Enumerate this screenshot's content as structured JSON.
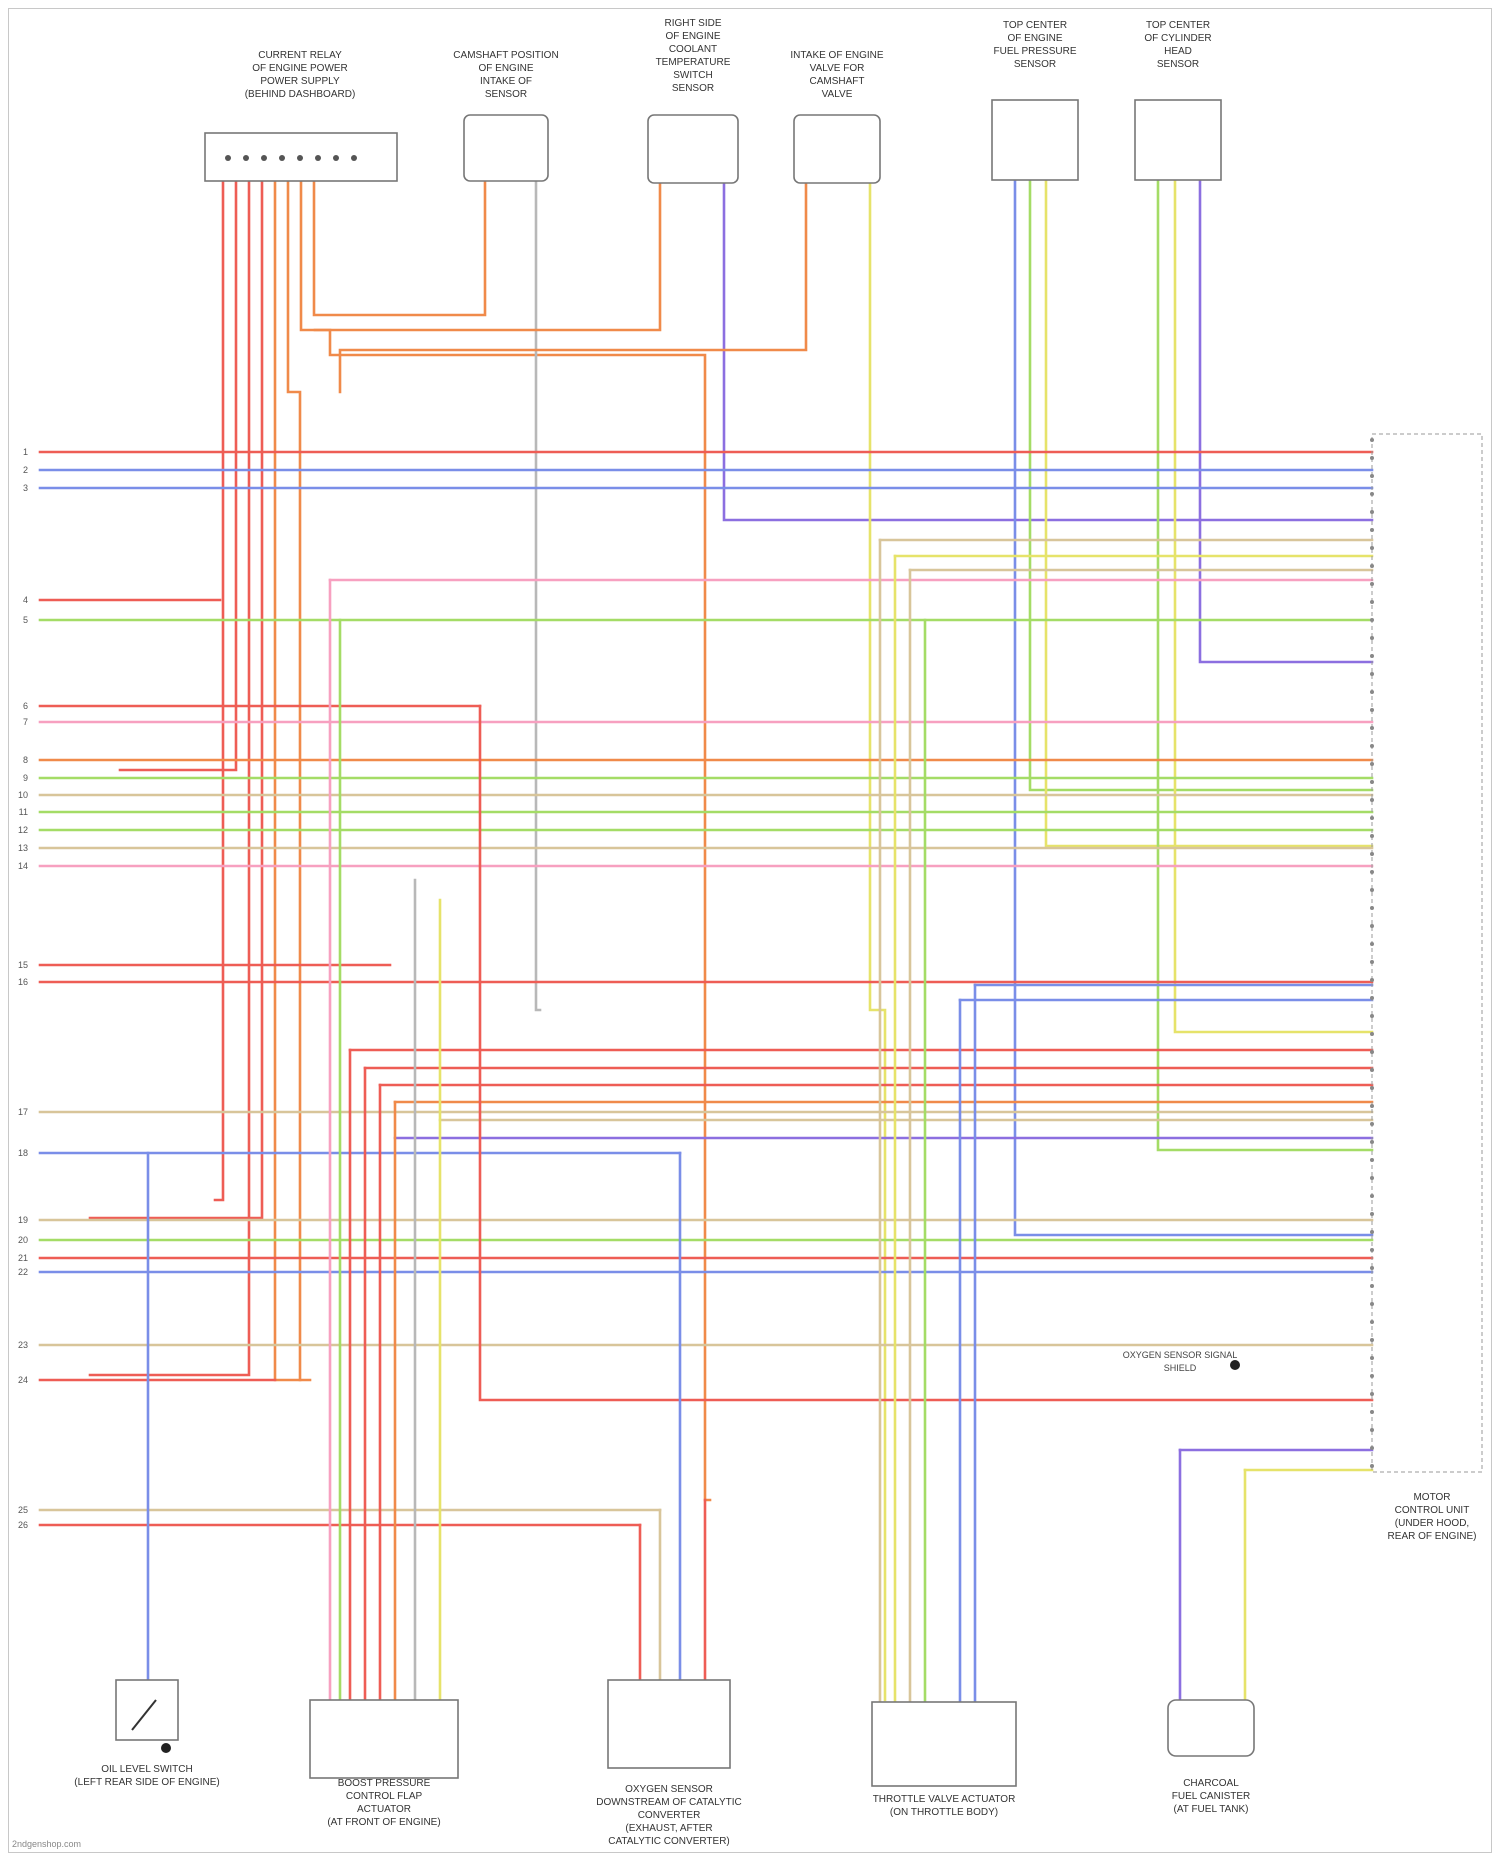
{
  "colors": {
    "red": "#ee5d55",
    "orange": "#f08a4a",
    "pink": "#f7a0c0",
    "purple": "#8c6fe0",
    "blue": "#7a8ee8",
    "green": "#a4dc66",
    "yellow": "#e6e36a",
    "brown": "#c9a080",
    "tan": "#d8c59a",
    "grey": "#b8b8b8"
  },
  "top_components": [
    {
      "id": "c1",
      "lines": [
        "CURRENT RELAY",
        "OF ENGINE POWER",
        "POWER SUPPLY",
        "(BEHIND DASHBOARD)"
      ]
    },
    {
      "id": "c2",
      "lines": [
        "CAMSHAFT POSITION",
        "OF ENGINE",
        "INTAKE OF",
        "SENSOR"
      ]
    },
    {
      "id": "c3",
      "lines": [
        "RIGHT SIDE",
        "OF ENGINE",
        "COOLANT",
        "TEMPERATURE",
        "SWITCH",
        "SENSOR"
      ]
    },
    {
      "id": "c4",
      "lines": [
        "INTAKE OF ENGINE",
        "VALVE FOR",
        "CAMSHAFT",
        "VALVE"
      ]
    },
    {
      "id": "c5",
      "lines": [
        "TOP CENTER",
        "OF ENGINE",
        "FUEL PRESSURE",
        "SENSOR"
      ]
    },
    {
      "id": "c6",
      "lines": [
        "TOP CENTER",
        "OF CYLINDER",
        "HEAD",
        "SENSOR"
      ]
    }
  ],
  "bottom_components": [
    {
      "id": "b1",
      "lines": [
        "OIL LEVEL SWITCH",
        "(LEFT REAR SIDE OF ENGINE)"
      ]
    },
    {
      "id": "b2",
      "lines": [
        "BOOST PRESSURE",
        "CONTROL FLAP",
        "ACTUATOR",
        "(AT FRONT OF ENGINE)"
      ]
    },
    {
      "id": "b3",
      "lines": [
        "OXYGEN SENSOR",
        "DOWNSTREAM OF CATALYTIC",
        "CONVERTER",
        "(EXHAUST, AFTER",
        "CATALYTIC CONVERTER)"
      ]
    },
    {
      "id": "b4",
      "lines": [
        "THROTTLE VALVE ACTUATOR",
        "(ON THROTTLE BODY)"
      ]
    },
    {
      "id": "b5",
      "lines": [
        "CHARCOAL",
        "FUEL CANISTER",
        "(AT FUEL TANK)"
      ]
    }
  ],
  "ecm_label": [
    "MOTOR",
    "CONTROL UNIT",
    "(UNDER HOOD,",
    "REAR OF ENGINE)"
  ],
  "shield_label": [
    "OXYGEN SENSOR SIGNAL",
    "SHIELD"
  ],
  "footer": "2ndgenshop.com"
}
